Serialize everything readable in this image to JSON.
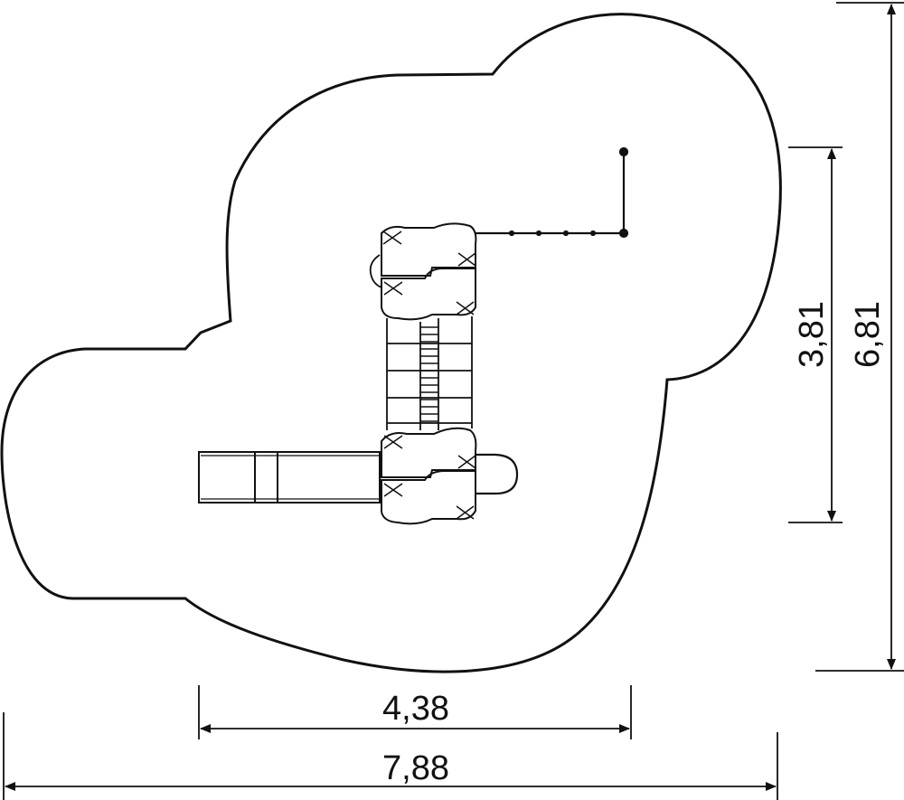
{
  "dimensions": {
    "inner_width": "4,38",
    "outer_width": "7,88",
    "inner_height": "3,81",
    "outer_height": "6,81"
  },
  "colors": {
    "line": "#111111",
    "background": "#ffffff"
  }
}
